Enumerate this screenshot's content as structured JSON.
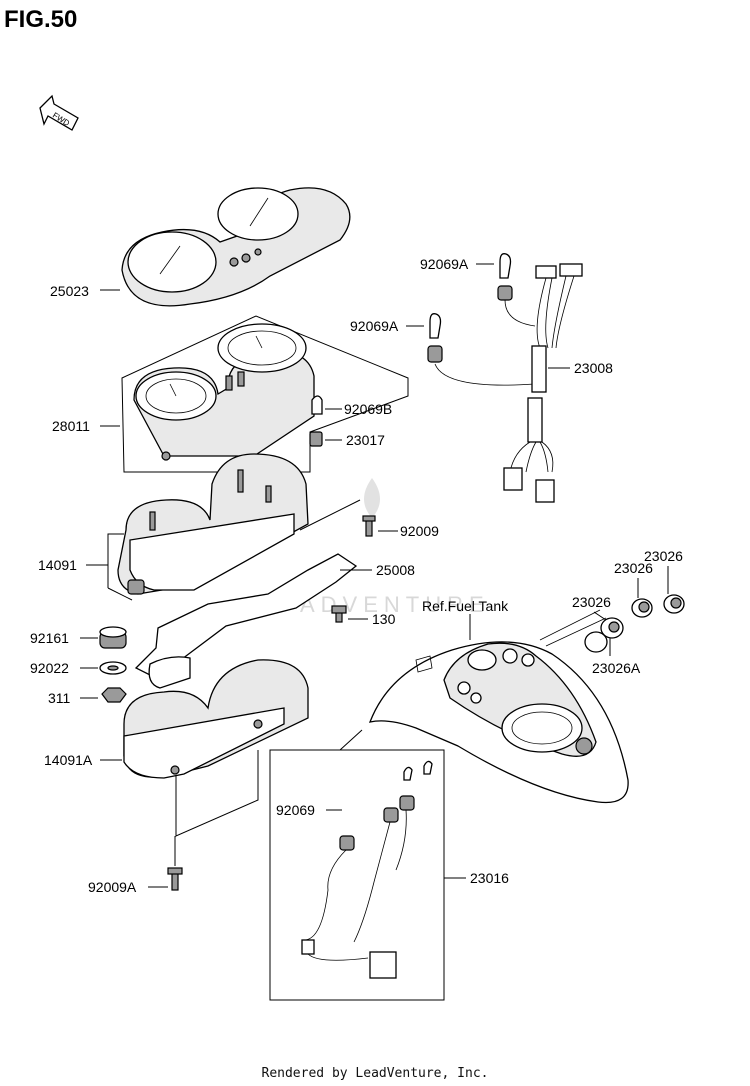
{
  "title": "FIG.50",
  "fwd_label": "FWD",
  "watermark": "ADVENTURE",
  "footer": "Rendered by LeadVenture, Inc.",
  "parts": {
    "p25023": "25023",
    "p28011": "28011",
    "p92069B": "92069B",
    "p23017": "23017",
    "p92069A_1": "92069A",
    "p92069A_2": "92069A",
    "p23008": "23008",
    "p92009": "92009",
    "p14091": "14091",
    "p25008": "25008",
    "p130": "130",
    "p92161": "92161",
    "p92022": "92022",
    "p311": "311",
    "p14091A": "14091A",
    "p92009A": "92009A",
    "p92069": "92069",
    "p23016": "23016",
    "p23026_1": "23026",
    "p23026_2": "23026",
    "p23026_3": "23026",
    "p23026A": "23026A",
    "ref_fuel_tank": "Ref.Fuel Tank"
  }
}
